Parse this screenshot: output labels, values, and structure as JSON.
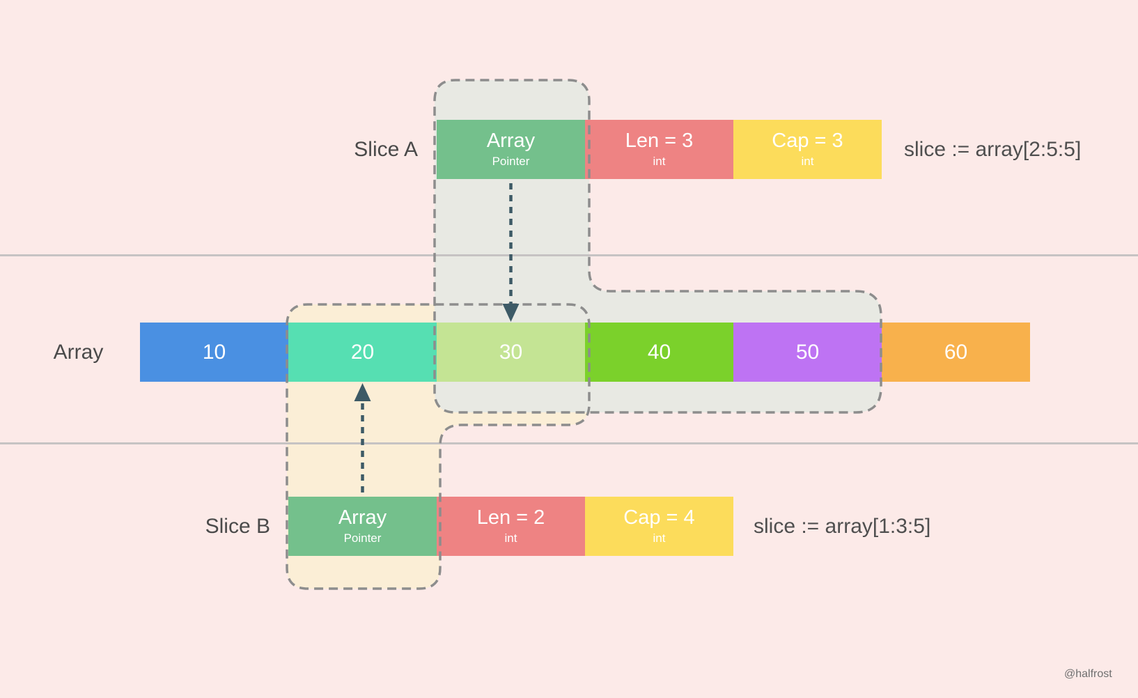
{
  "labels": {
    "slice_a": "Slice A",
    "slice_b": "Slice B",
    "array": "Array"
  },
  "code": {
    "slice_a": "slice := array[2:5:5]",
    "slice_b": "slice := array[1:3:5]"
  },
  "array": {
    "cells": [
      {
        "value": "10",
        "color": "#4a90e2"
      },
      {
        "value": "20",
        "color": "#56dfb2"
      },
      {
        "value": "30",
        "color": "#c4e494"
      },
      {
        "value": "40",
        "color": "#7bd12b"
      },
      {
        "value": "50",
        "color": "#be73f3"
      },
      {
        "value": "60",
        "color": "#f8b14c"
      }
    ]
  },
  "slice_a": {
    "fields": [
      {
        "label": "Array",
        "sub": "Pointer",
        "color": "#74c08c"
      },
      {
        "label": "Len = 3",
        "sub": "int",
        "color": "#ee8383"
      },
      {
        "label": "Cap = 3",
        "sub": "int",
        "color": "#fcdc5b"
      }
    ]
  },
  "slice_b": {
    "fields": [
      {
        "label": "Array",
        "sub": "Pointer",
        "color": "#74c08c"
      },
      {
        "label": "Len = 2",
        "sub": "int",
        "color": "#ee8383"
      },
      {
        "label": "Cap = 4",
        "sub": "int",
        "color": "#fcdc5b"
      }
    ]
  },
  "diagram": {
    "background": "#fceae8",
    "slice_a_region_fill": "#e8e9e3",
    "slice_b_region_fill": "#fbeed6",
    "region_border_color": "#8d8d8d",
    "separator_color": "#c6c3c3",
    "arrow_color": "#3d5a66",
    "label_color": "#4a4a4a"
  },
  "watermark": "@halfrost"
}
